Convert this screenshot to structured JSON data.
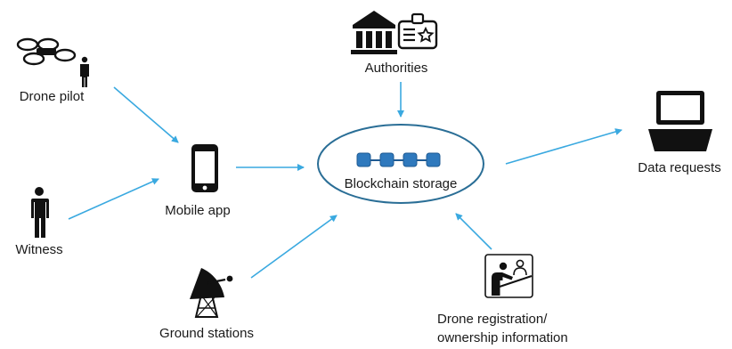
{
  "nodes": {
    "drone_pilot": {
      "label": "Drone pilot",
      "icon": "drone-pilot-icon"
    },
    "witness": {
      "label": "Witness",
      "icon": "person-icon"
    },
    "mobile_app": {
      "label": "Mobile app",
      "icon": "smartphone-icon"
    },
    "authorities": {
      "label": "Authorities",
      "icon": "government-building-icon"
    },
    "blockchain": {
      "label": "Blockchain storage",
      "icon": "blockchain-icon"
    },
    "data_requests": {
      "label": "Data requests",
      "icon": "laptop-icon"
    },
    "ground_stations": {
      "label": "Ground stations",
      "icon": "satellite-dish-icon"
    },
    "registration": {
      "label_line1": "Drone registration/",
      "label_line2": "ownership information",
      "icon": "registration-desk-icon"
    }
  },
  "edges": [
    {
      "from": "drone_pilot",
      "to": "mobile_app"
    },
    {
      "from": "witness",
      "to": "mobile_app"
    },
    {
      "from": "mobile_app",
      "to": "blockchain"
    },
    {
      "from": "authorities",
      "to": "blockchain"
    },
    {
      "from": "ground_stations",
      "to": "blockchain"
    },
    {
      "from": "registration",
      "to": "blockchain"
    },
    {
      "from": "blockchain",
      "to": "data_requests"
    }
  ],
  "colors": {
    "arrow": "#3aa9e0",
    "ellipse_stroke": "#2a6e96",
    "block_fill": "#2f79bd",
    "icon": "#111111"
  }
}
